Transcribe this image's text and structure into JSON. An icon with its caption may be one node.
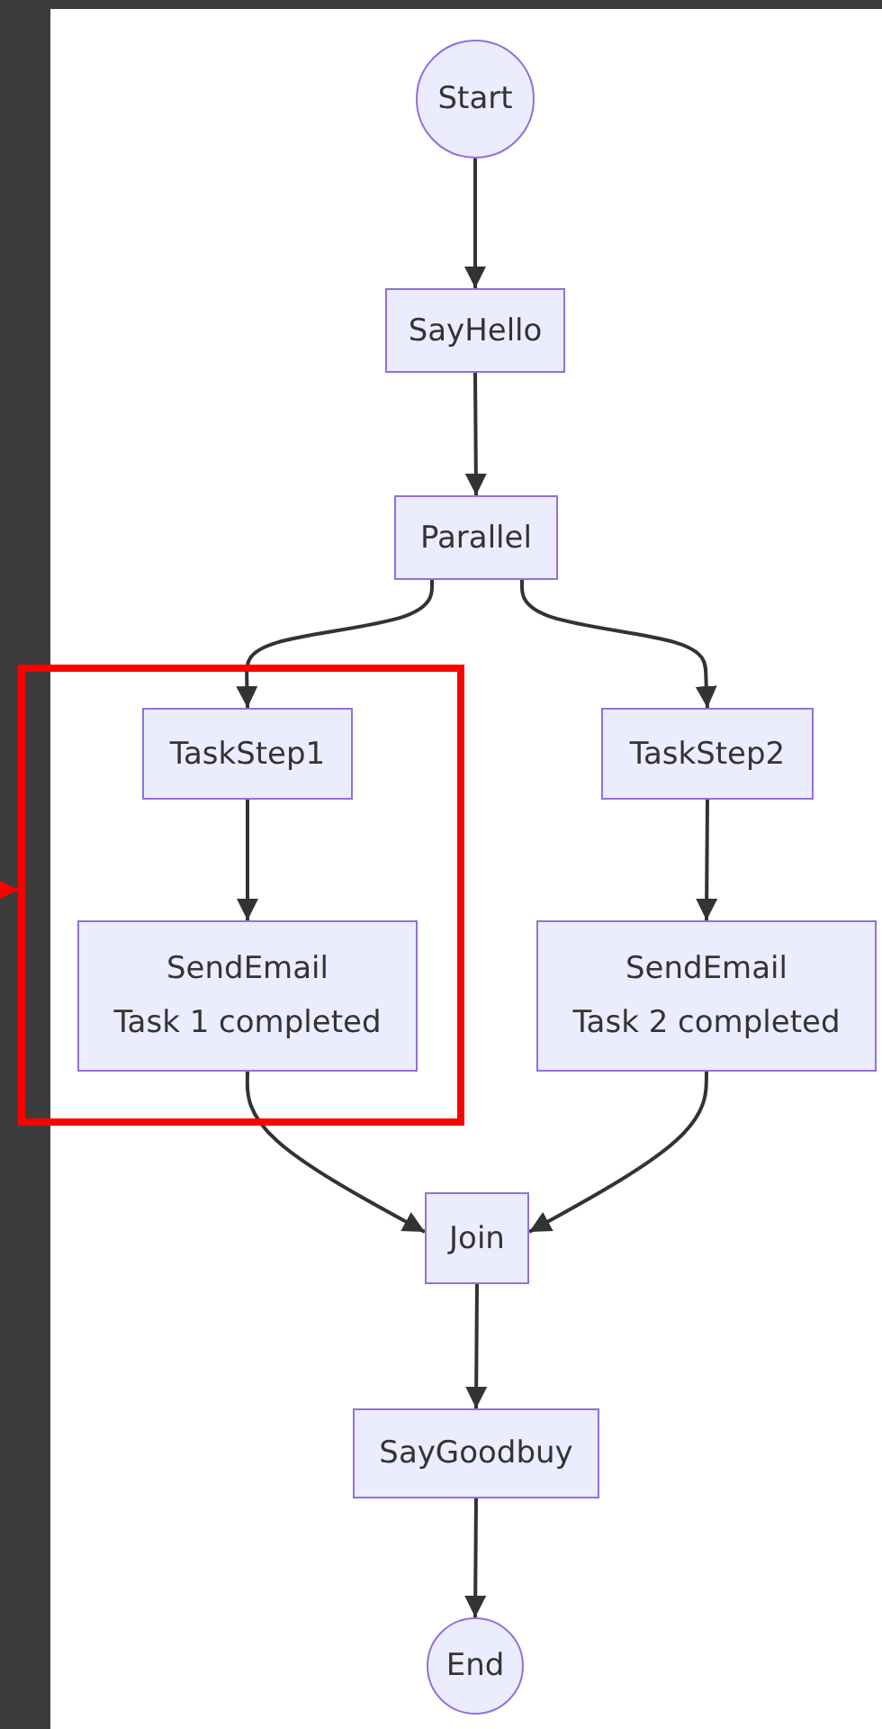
{
  "diagram": {
    "nodes": [
      {
        "text": [
          "Start"
        ]
      },
      {
        "text": [
          "SayHello"
        ]
      },
      {
        "text": [
          "Parallel"
        ]
      },
      {
        "text": [],
        "shape": "box"
      },
      {
        "text": [
          "TaskStep1"
        ],
        "in": 3
      },
      {
        "text": [
          "SendEmail",
          "Task 1 completed"
        ],
        "in": 3
      },
      {
        "text": [
          "TaskStep2"
        ]
      },
      {
        "text": [
          "SendEmail",
          "Task 2 completed"
        ]
      },
      {
        "text": [
          "Join"
        ]
      },
      {
        "text": [
          "SayGoodbuy"
        ]
      },
      {
        "text": [
          "End"
        ]
      }
    ],
    "edges": [
      {
        "from": 0,
        "to": 1,
        "arrow": "to"
      },
      {
        "from": 1,
        "to": 2,
        "arrow": "to"
      },
      {
        "from": 2,
        "to": 4,
        "arrow": "to"
      },
      {
        "from": 2,
        "to": 6,
        "arrow": "to"
      },
      {
        "from": 4,
        "to": 5,
        "arrow": "to"
      },
      {
        "from": 6,
        "to": 7,
        "arrow": "to"
      },
      {
        "from": 5,
        "to": 8,
        "arrow": "to"
      },
      {
        "from": 7,
        "to": 8,
        "arrow": "to"
      },
      {
        "from": 8,
        "to": 9,
        "arrow": "to"
      },
      {
        "from": 9,
        "to": 10,
        "arrow": "to"
      },
      {
        "from": null,
        "to": 3,
        "arrow": "to",
        "color": "#ff0000"
      }
    ]
  }
}
